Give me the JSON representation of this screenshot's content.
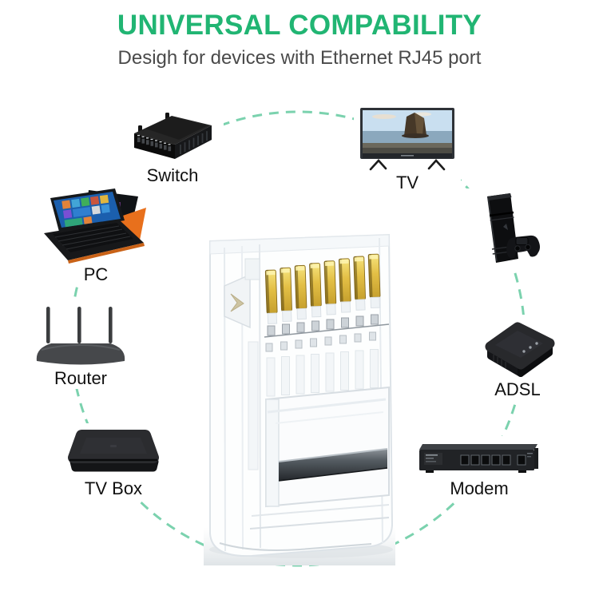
{
  "header": {
    "title": "UNIVERSAL COMPABILITY",
    "subtitle": "Desigh for devices with Ethernet RJ45 port"
  },
  "devices": [
    {
      "id": "switch",
      "label": "Switch",
      "icon": "network-switch-icon"
    },
    {
      "id": "tv",
      "label": "TV",
      "icon": "tv-icon"
    },
    {
      "id": "pc",
      "label": "PC",
      "icon": "laptop-icon"
    },
    {
      "id": "ps4",
      "label": "",
      "icon": "game-console-icon"
    },
    {
      "id": "router",
      "label": "Router",
      "icon": "router-icon"
    },
    {
      "id": "adsl",
      "label": "ADSL",
      "icon": "adsl-box-icon"
    },
    {
      "id": "tvbox",
      "label": "TV Box",
      "icon": "tv-box-icon"
    },
    {
      "id": "modem",
      "label": "Modem",
      "icon": "rack-modem-icon"
    }
  ],
  "center_product": {
    "icon": "rj45-connector",
    "gold_pin_count": 8
  },
  "colors": {
    "accent_green": "#21b573",
    "subtitle_gray": "#4a4a4a",
    "label_black": "#101010",
    "circle_dash": "#7bd2ae",
    "gold_pin": "#e6c24d",
    "device_black": "#141517"
  }
}
